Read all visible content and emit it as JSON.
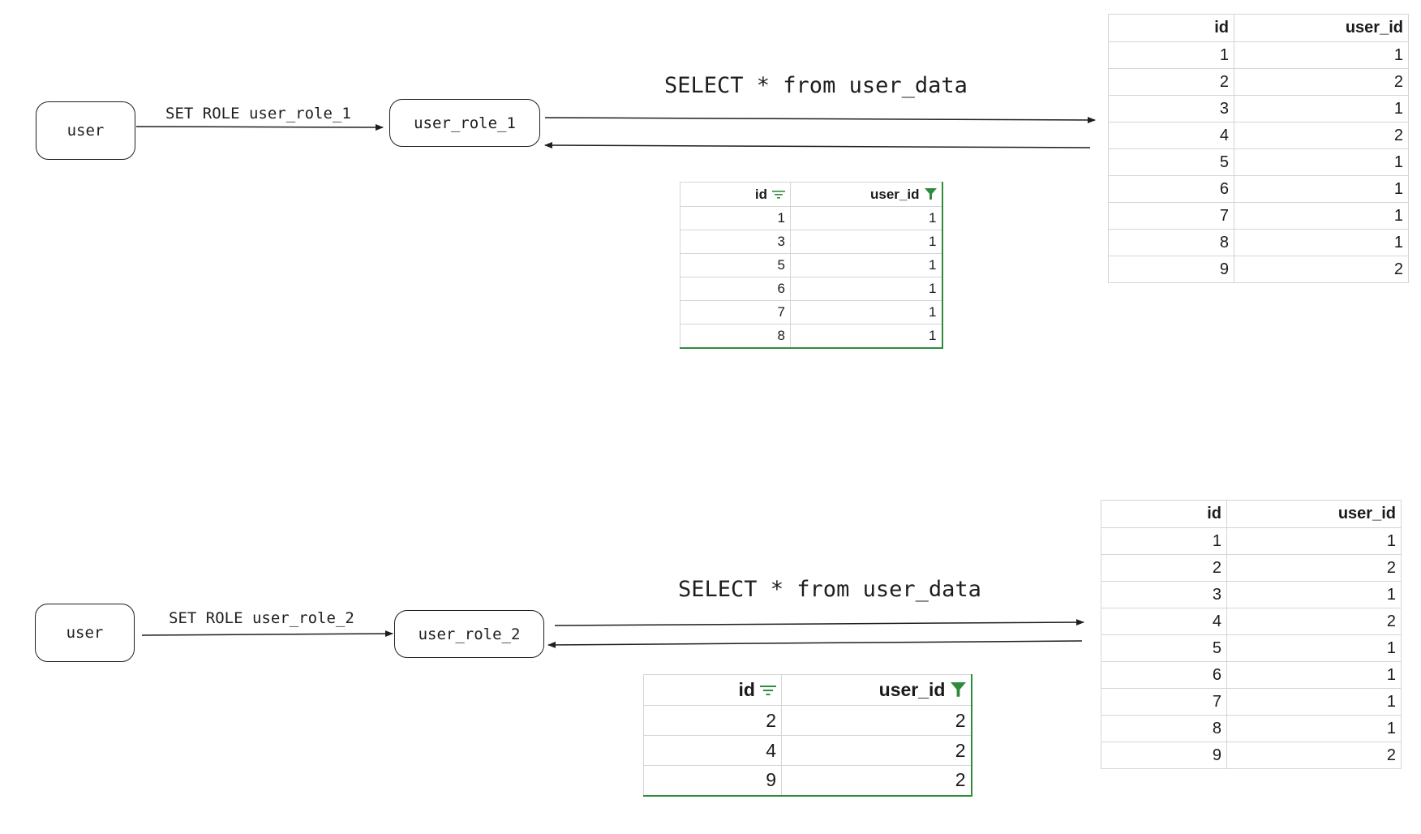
{
  "flows": [
    {
      "source_label": "user",
      "edge_label": "SET ROLE user_role_1",
      "role_label": "user_role_1",
      "query": "SELECT * from user_data",
      "full_table": {
        "columns": [
          "id",
          "user_id"
        ],
        "rows": [
          [
            "1",
            "1"
          ],
          [
            "2",
            "2"
          ],
          [
            "3",
            "1"
          ],
          [
            "4",
            "2"
          ],
          [
            "5",
            "1"
          ],
          [
            "6",
            "1"
          ],
          [
            "7",
            "1"
          ],
          [
            "8",
            "1"
          ],
          [
            "9",
            "2"
          ]
        ]
      },
      "filtered_table": {
        "columns": [
          "id",
          "user_id"
        ],
        "rows": [
          [
            "1",
            "1"
          ],
          [
            "3",
            "1"
          ],
          [
            "5",
            "1"
          ],
          [
            "6",
            "1"
          ],
          [
            "7",
            "1"
          ],
          [
            "8",
            "1"
          ]
        ]
      }
    },
    {
      "source_label": "user",
      "edge_label": "SET ROLE user_role_2",
      "role_label": "user_role_2",
      "query": "SELECT * from user_data",
      "full_table": {
        "columns": [
          "id",
          "user_id"
        ],
        "rows": [
          [
            "1",
            "1"
          ],
          [
            "2",
            "2"
          ],
          [
            "3",
            "1"
          ],
          [
            "4",
            "2"
          ],
          [
            "5",
            "1"
          ],
          [
            "6",
            "1"
          ],
          [
            "7",
            "1"
          ],
          [
            "8",
            "1"
          ],
          [
            "9",
            "2"
          ]
        ]
      },
      "filtered_table": {
        "columns": [
          "id",
          "user_id"
        ],
        "rows": [
          [
            "2",
            "2"
          ],
          [
            "4",
            "2"
          ],
          [
            "9",
            "2"
          ]
        ]
      }
    }
  ],
  "colors": {
    "stroke": "#1e1e1e",
    "filter_accent": "#2e8b3d",
    "grid": "#d5d5d5"
  },
  "icons": {
    "sort": "sort-filter-lines-icon",
    "filter": "funnel-filled-icon"
  }
}
